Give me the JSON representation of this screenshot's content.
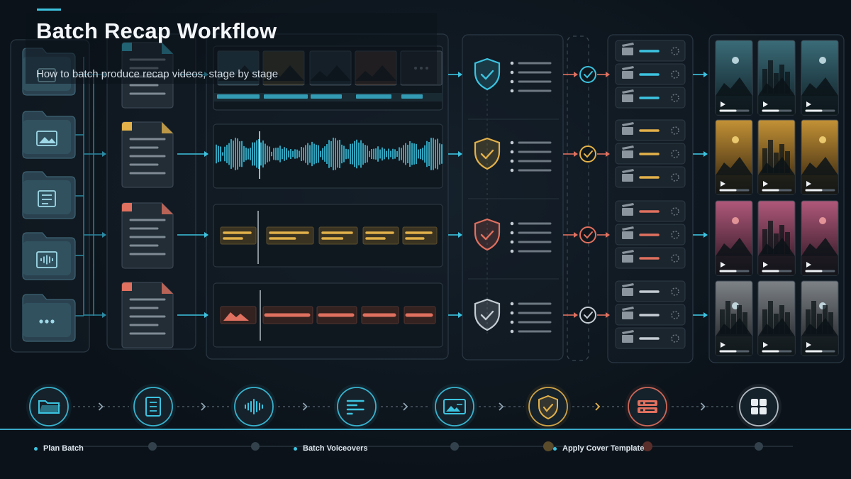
{
  "header": {
    "title": "Batch Recap Workflow",
    "subtitle": "How to batch produce recap videos, stage by stage"
  },
  "colors": {
    "cyan": "#3cc3e0",
    "amber": "#e3b14a",
    "coral": "#e0705f",
    "gray": "#c5ccd3",
    "bg": "#0b1219",
    "panel": "#141e27"
  },
  "lanes": [
    {
      "accent": "cyan",
      "input_folder_icon": "image-icon",
      "track": "video-thumbnails"
    },
    {
      "accent": "amber",
      "input_folder_icon": "document-lines-icon",
      "track": "audio-waveform"
    },
    {
      "accent": "coral",
      "input_folder_icon": "waveform-icon",
      "track": "caption-blocks"
    },
    {
      "accent": "gray",
      "input_folder_icon": "more-dots-icon",
      "track": "cover-elements"
    }
  ],
  "timeline": {
    "stages": [
      {
        "icon": "folder-icon",
        "accent": "cyan"
      },
      {
        "icon": "document-icon",
        "accent": "cyan"
      },
      {
        "icon": "waveform-icon",
        "accent": "cyan"
      },
      {
        "icon": "text-lines-icon",
        "accent": "cyan"
      },
      {
        "icon": "image-card-icon",
        "accent": "cyan"
      },
      {
        "icon": "shield-check-icon",
        "accent": "amber"
      },
      {
        "icon": "server-stack-icon",
        "accent": "coral"
      },
      {
        "icon": "grid-icon",
        "accent": "gray"
      }
    ],
    "labels": [
      "Plan Batch",
      "Batch Voiceovers",
      "Apply Cover Template"
    ]
  }
}
